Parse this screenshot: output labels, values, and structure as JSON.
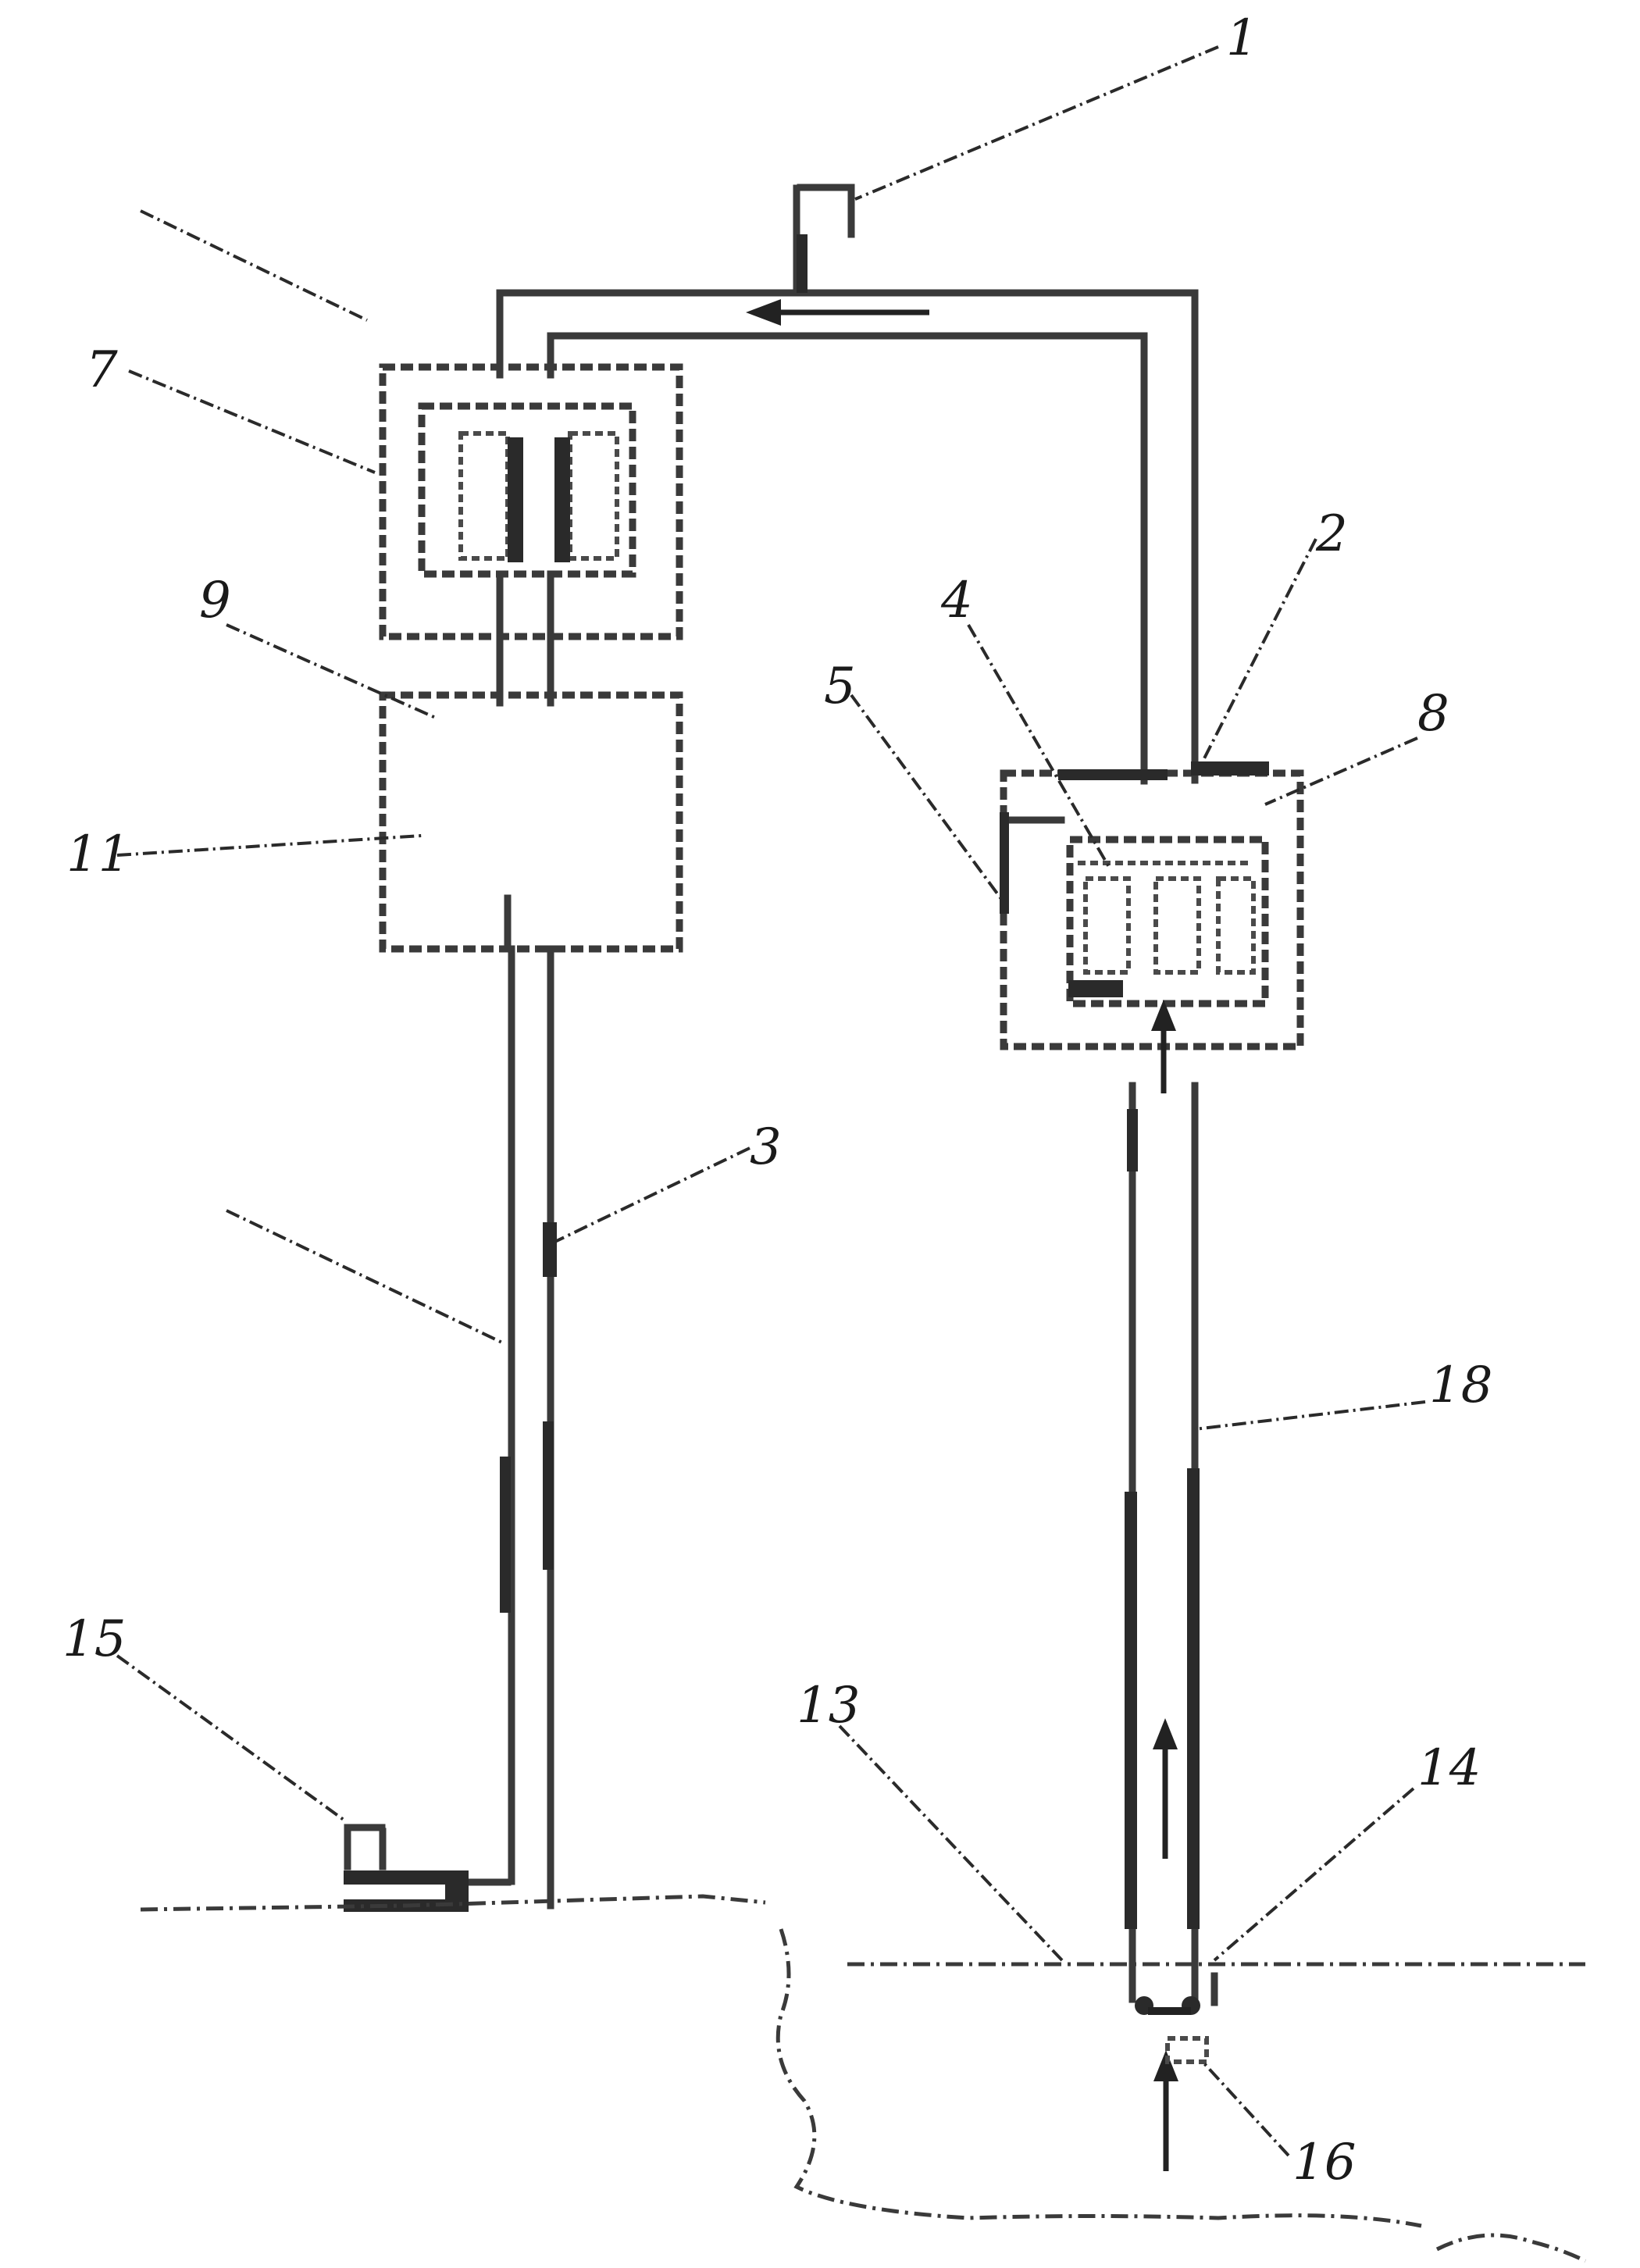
{
  "labels": {
    "l1": "1",
    "l2": "2",
    "l3": "3",
    "l4": "4",
    "l5": "5",
    "l7": "7",
    "l8": "8",
    "l9": "9",
    "l11": "11",
    "l13": "13",
    "l14": "14",
    "l15": "15",
    "l16": "16",
    "l18": "18"
  }
}
